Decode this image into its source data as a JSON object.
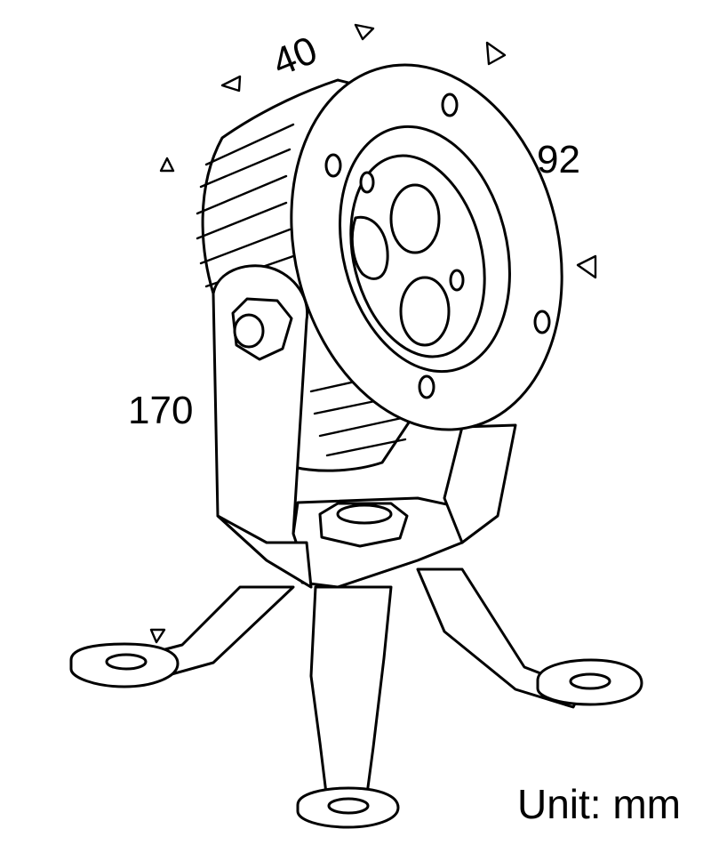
{
  "drawing": {
    "subject_icon": "spotlight-tripod-icon",
    "dimensions": {
      "depth": "40",
      "diameter": "92",
      "height": "170"
    },
    "unit_label": "Unit: mm"
  }
}
